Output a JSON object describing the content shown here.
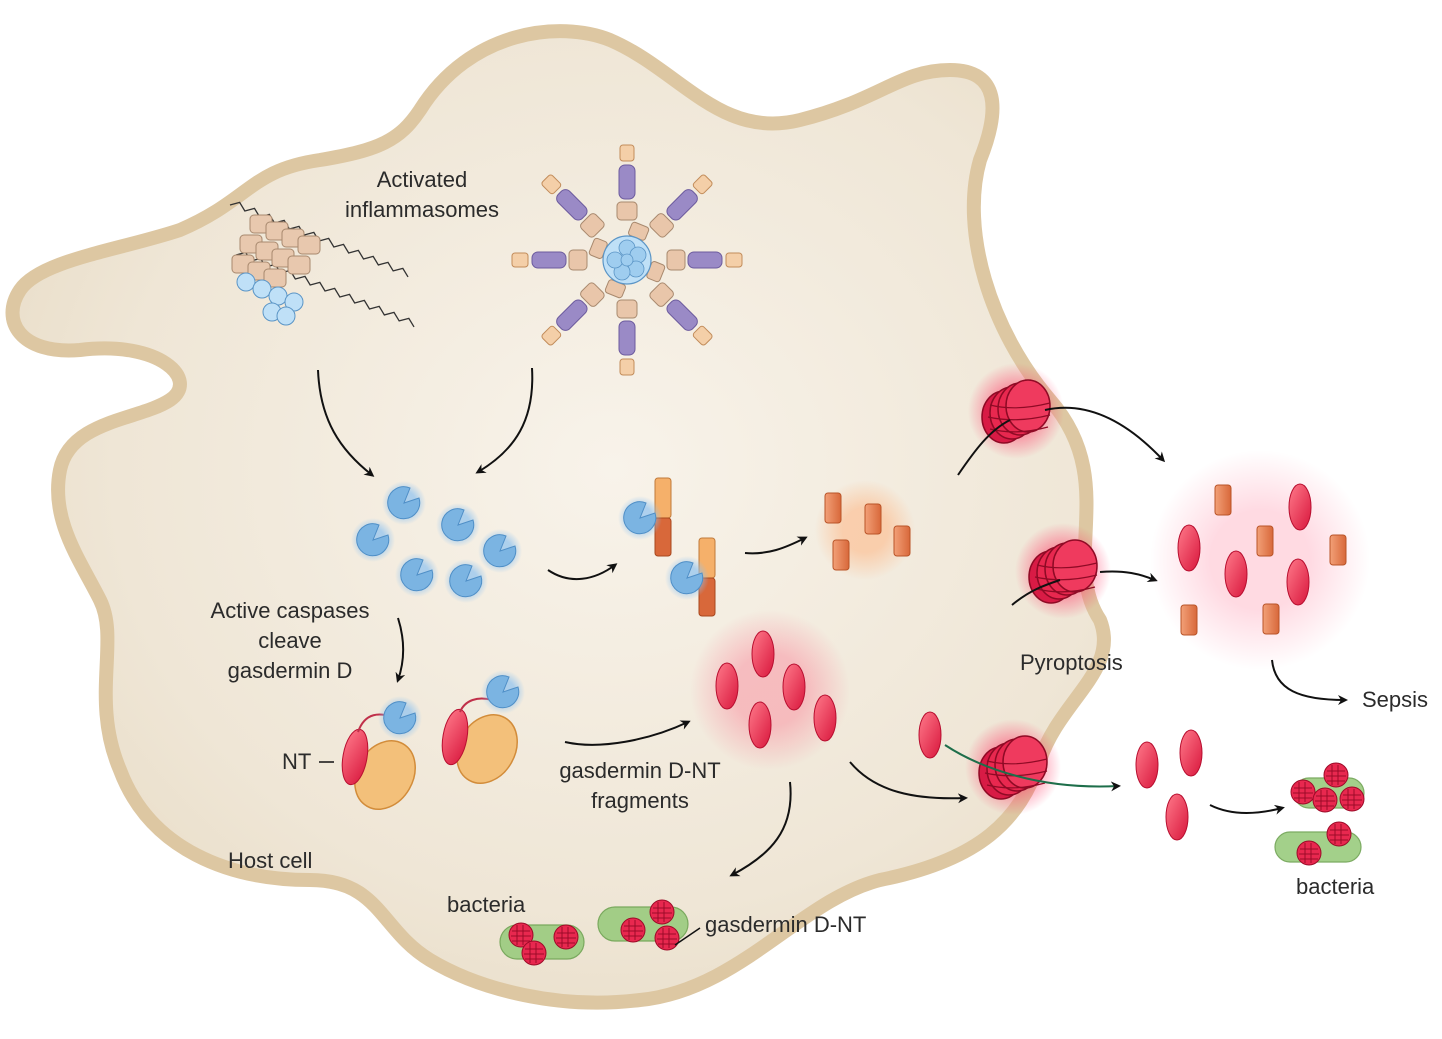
{
  "labels": {
    "activated_line1": "Activated",
    "activated_line2": "inflammasomes",
    "caspase_line1": "Active caspases",
    "caspase_line2": "cleave",
    "caspase_line3": "gasdermin D",
    "nt": "NT",
    "gsdmd_nt_line1": "gasdermin D-NT",
    "gsdmd_nt_line2": "fragments",
    "host_cell": "Host cell",
    "bacteria_inside": "bacteria",
    "gasdermin_dnt": "gasdermin D-NT",
    "pyroptosis": "Pyroptosis",
    "sepsis": "Sepsis",
    "bacteria_outside": "bacteria"
  },
  "colors": {
    "cell_fill": "#efe6d6",
    "cell_membrane": "#dcc8a6",
    "caspase": "#7bb4e2",
    "gasdermin_nt": "#e0244a",
    "gasdermin_ct": "#f3c07a",
    "cytokine": "#e07e4a",
    "inflammasome_purple": "#9a8ac6",
    "inflammasome_tan": "#e9c6aa",
    "bacteria": "#9acb7e",
    "arrow": "#111111"
  }
}
